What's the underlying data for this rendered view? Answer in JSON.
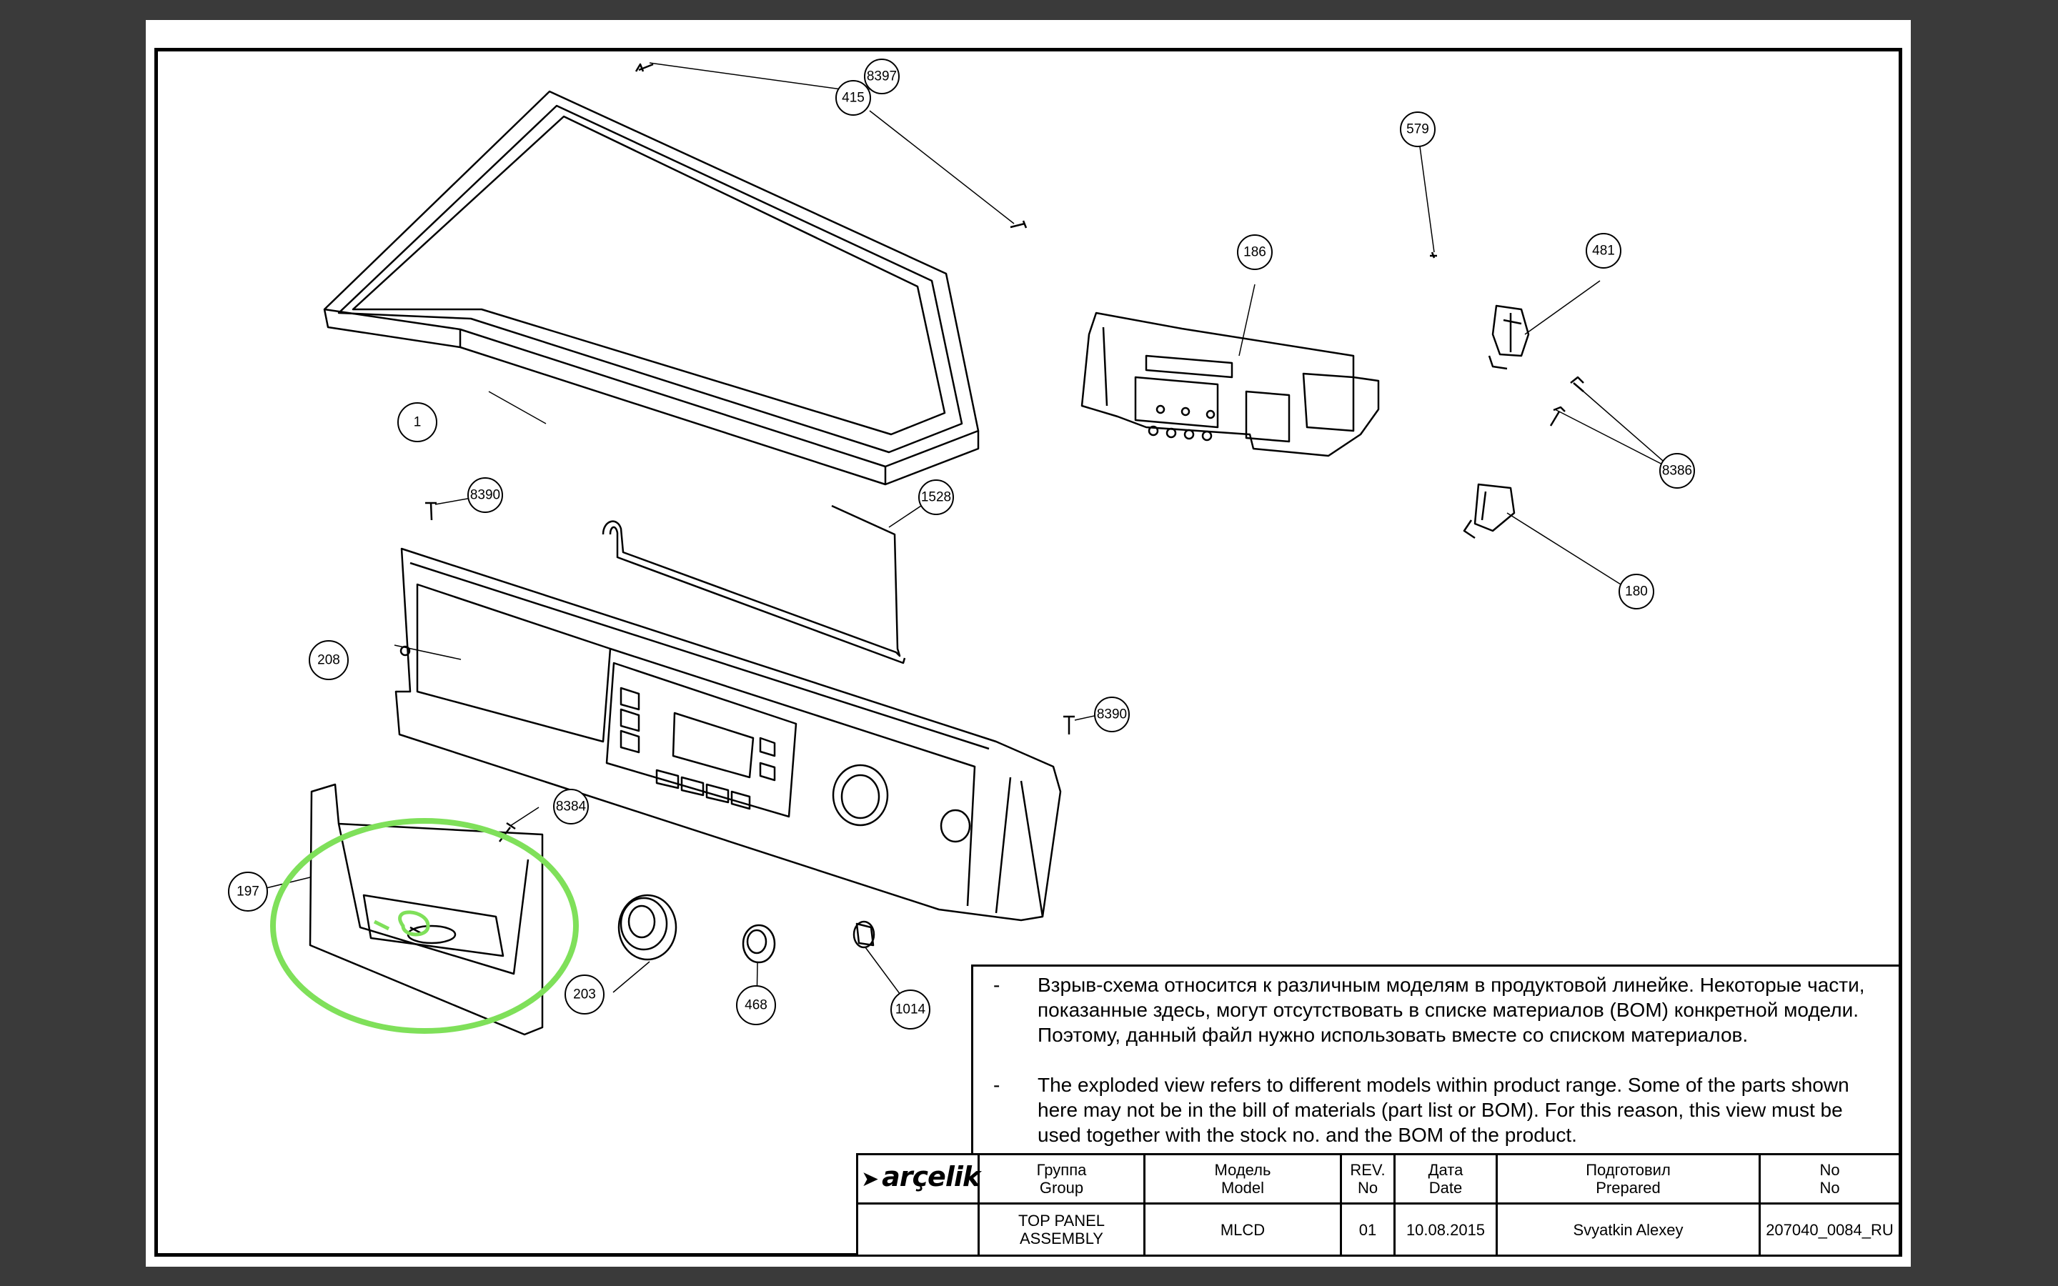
{
  "callouts": [
    "8397",
    "415",
    "579",
    "186",
    "481",
    "1",
    "8386",
    "8390",
    "1528",
    "180",
    "208",
    "8390",
    "8384",
    "197",
    "203",
    "468",
    "1014"
  ],
  "notes": [
    {
      "dash": "-",
      "text": "Взрыв-схема относится к различным моделям в продуктовой линейке. Некоторые части, показанные здесь, могут отсутствовать в списке материалов (BOM) конкретной модели. Поэтому, данный файл нужно использовать вместе со списком материалов."
    },
    {
      "dash": "-",
      "text": "The exploded view refers to different models within product range. Some of the parts shown here may not be in the bill of materials (part list or BOM). For this reason, this view must be used together with the stock no. and the BOM of the product."
    }
  ],
  "title_block": {
    "logo": "arçelik",
    "headers": {
      "group": [
        "Группа",
        "Group"
      ],
      "model": [
        "Модель",
        "Model"
      ],
      "rev": [
        "REV.",
        "No"
      ],
      "date": [
        "Дата",
        "Date"
      ],
      "prepared": [
        "Подготовил",
        "Prepared"
      ],
      "no": [
        "No",
        "No"
      ]
    },
    "values": {
      "group": [
        "TOP PANEL",
        "ASSEMBLY"
      ],
      "model": "MLCD",
      "rev": "01",
      "date": "10.08.2015",
      "prepared": "Svyatkin Alexey",
      "no": "207040_0084_RU"
    }
  },
  "highlight_color": "#7fe05a"
}
